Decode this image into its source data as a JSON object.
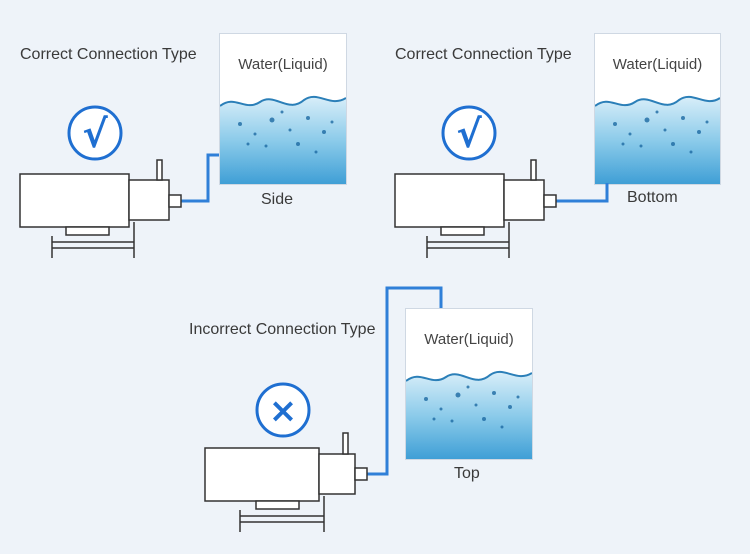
{
  "labels": {
    "correct_type_1": "Correct Connection Type",
    "correct_type_2": "Correct Connection Type",
    "incorrect_type": "Incorrect Connection Type"
  },
  "tanks": {
    "side": {
      "label": "Water(Liquid)",
      "position": "Side"
    },
    "bottom": {
      "label": "Water(Liquid)",
      "position": "Bottom"
    },
    "top": {
      "label": "Water(Liquid)",
      "position": "Top"
    }
  },
  "icons": {
    "correct": "√",
    "incorrect": "×"
  },
  "colors": {
    "background": "#eef3f9",
    "accent": "#1f6fd1",
    "pipe": "#2f7fd8",
    "pump_outline": "#333333",
    "water_top": "#cfe7f6",
    "water_bottom": "#4fa9d9"
  }
}
